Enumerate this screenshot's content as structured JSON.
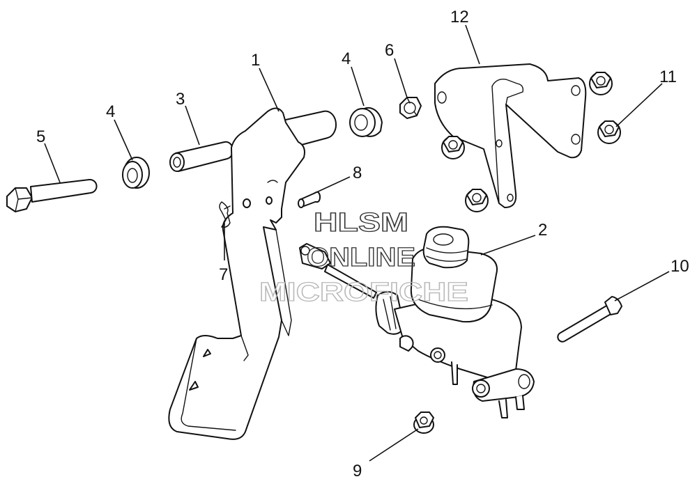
{
  "watermark": {
    "line1": "HLSM",
    "line2": "ONLINE",
    "line3": "MICROFICHE"
  },
  "callouts": {
    "c1": "1",
    "c2": "2",
    "c3": "3",
    "c4a": "4",
    "c4b": "4",
    "c5": "5",
    "c6": "6",
    "c7": "7",
    "c8": "8",
    "c9": "9",
    "c10": "10",
    "c11": "11",
    "c12": "12"
  },
  "colors": {
    "line": "#111111",
    "background": "#ffffff"
  }
}
